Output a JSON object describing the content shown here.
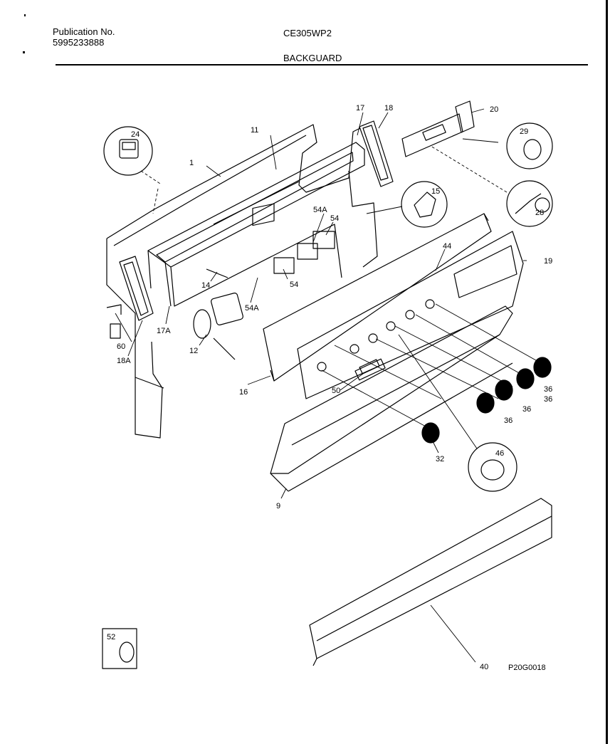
{
  "header": {
    "publication_label": "Publication No.",
    "publication_number": "5995233888",
    "model": "CE305WP2",
    "section": "BACKGUARD"
  },
  "diagram_code": "P20G0018",
  "callouts": [
    {
      "id": "c1",
      "text": "1"
    },
    {
      "id": "c11",
      "text": "11"
    },
    {
      "id": "c17",
      "text": "17"
    },
    {
      "id": "c18",
      "text": "18"
    },
    {
      "id": "c20",
      "text": "20"
    },
    {
      "id": "c24",
      "text": "24"
    },
    {
      "id": "c29",
      "text": "29"
    },
    {
      "id": "c15",
      "text": "15"
    },
    {
      "id": "c28",
      "text": "28"
    },
    {
      "id": "c54A_a",
      "text": "54A"
    },
    {
      "id": "c54_a",
      "text": "54"
    },
    {
      "id": "c44",
      "text": "44"
    },
    {
      "id": "c19",
      "text": "19"
    },
    {
      "id": "c14",
      "text": "14"
    },
    {
      "id": "c54_b",
      "text": "54"
    },
    {
      "id": "c54A_b",
      "text": "54A"
    },
    {
      "id": "c17A",
      "text": "17A"
    },
    {
      "id": "c60",
      "text": "60"
    },
    {
      "id": "c18A",
      "text": "18A"
    },
    {
      "id": "c12",
      "text": "12"
    },
    {
      "id": "c16",
      "text": "16"
    },
    {
      "id": "c50",
      "text": "50"
    },
    {
      "id": "c36_a",
      "text": "36"
    },
    {
      "id": "c36_b",
      "text": "36"
    },
    {
      "id": "c36_c",
      "text": "36"
    },
    {
      "id": "c36_d",
      "text": "36"
    },
    {
      "id": "c32",
      "text": "32"
    },
    {
      "id": "c46",
      "text": "46"
    },
    {
      "id": "c9",
      "text": "9"
    },
    {
      "id": "c40",
      "text": "40"
    },
    {
      "id": "c52",
      "text": "52"
    }
  ]
}
